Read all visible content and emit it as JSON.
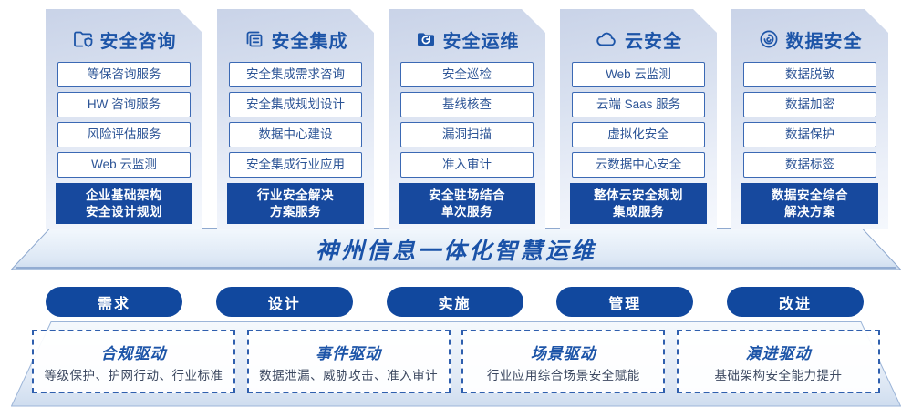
{
  "colors": {
    "primary_blue": "#1d55a8",
    "deep_blue_fill": "#17499e",
    "pill_blue": "#11489e",
    "item_border": "#3b69b4",
    "desc_text": "#3d4961"
  },
  "pillars": [
    {
      "title": "安全咨询",
      "icon": "folder-shield-icon",
      "items": [
        "等保咨询服务",
        "HW 咨询服务",
        "风险评估服务",
        "Web 云监测"
      ],
      "footer": [
        "企业基础架构",
        "安全设计规划"
      ]
    },
    {
      "title": "安全集成",
      "icon": "copy-docs-icon",
      "items": [
        "安全集成需求咨询",
        "安全集成规划设计",
        "数据中心建设",
        "安全集成行业应用"
      ],
      "footer": [
        "行业安全解决",
        "方案服务"
      ]
    },
    {
      "title": "安全运维",
      "icon": "folder-sync-icon",
      "items": [
        "安全巡检",
        "基线核查",
        "漏洞扫描",
        "准入审计"
      ],
      "footer": [
        "安全驻场结合",
        "单次服务"
      ]
    },
    {
      "title": "云安全",
      "icon": "cloud-icon",
      "items": [
        "Web 云监测",
        "云端 Saas 服务",
        "虚拟化安全",
        "云数据中心安全"
      ],
      "footer": [
        "整体云安全规划",
        "集成服务"
      ]
    },
    {
      "title": "数据安全",
      "icon": "fingerprint-icon",
      "items": [
        "数据脱敏",
        "数据加密",
        "数据保护",
        "数据标签"
      ],
      "footer": [
        "数据安全综合",
        "解决方案"
      ]
    }
  ],
  "banner": {
    "title": "神州信息一体化智慧运维"
  },
  "phases": [
    {
      "label": "需求"
    },
    {
      "label": "设计"
    },
    {
      "label": "实施"
    },
    {
      "label": "管理"
    },
    {
      "label": "改进"
    }
  ],
  "drivers": [
    {
      "title": "合规驱动",
      "desc": "等级保护、护网行动、行业标准"
    },
    {
      "title": "事件驱动",
      "desc": "数据泄漏、威胁攻击、准入审计"
    },
    {
      "title": "场景驱动",
      "desc": "行业应用综合场景安全赋能"
    },
    {
      "title": "演进驱动",
      "desc": "基础架构安全能力提升"
    }
  ]
}
